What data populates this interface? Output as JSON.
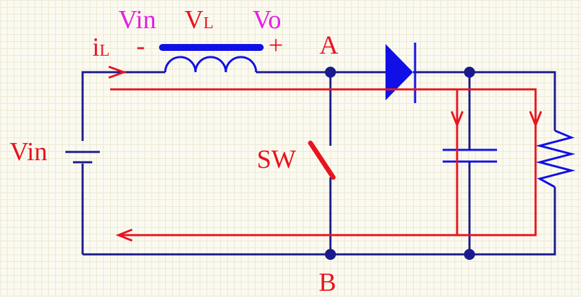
{
  "labels": {
    "vin_source": "Vin",
    "sw": "SW",
    "node_a": "A",
    "node_b": "B",
    "current_i": "i",
    "current_sub": "L",
    "minus": "-",
    "plus": "+",
    "vin_top": "Vin",
    "vl": "V",
    "vl_sub": "L",
    "vo": "Vo"
  },
  "colors": {
    "wire": "#1a1a8c",
    "component": "#1010e6",
    "annotation": "#e8141e",
    "highlight": "#e61ee6",
    "background": "#fbfaf1",
    "grid": "#ece8d6"
  }
}
